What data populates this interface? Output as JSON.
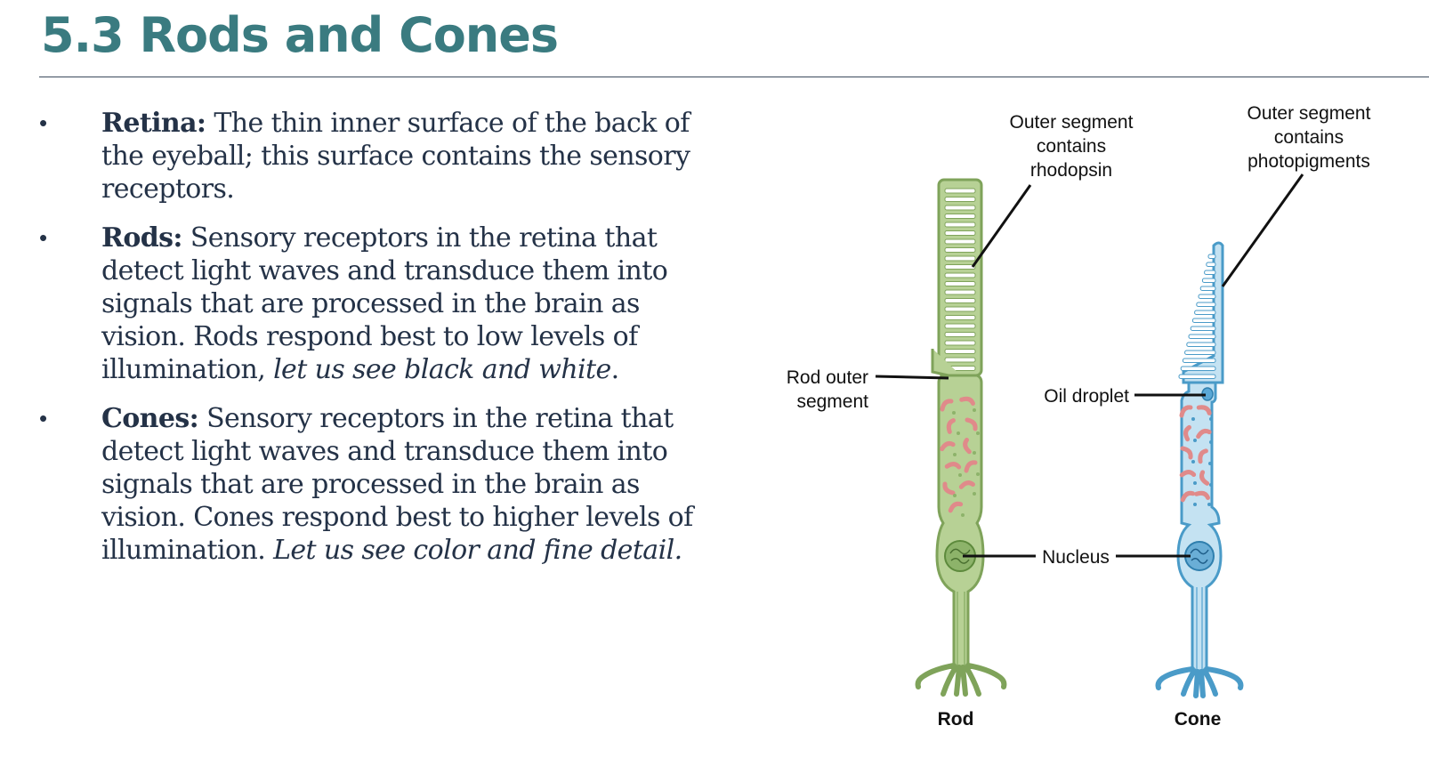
{
  "title": "5.3 Rods and Cones",
  "bullets": [
    {
      "term": "Retina:",
      "text": " The thin inner surface of the back of the eyeball; this surface contains the sensory receptors.",
      "emphasis": ""
    },
    {
      "term": "Rods:",
      "text": " Sensory receptors in the retina that detect light waves and transduce them into signals that are processed in the brain as vision. Rods respond best to low levels of illumination, ",
      "emphasis": "let us see black and white",
      "tail": "."
    },
    {
      "term": "Cones:",
      "text": " Sensory receptors in the retina that detect light waves and transduce them into signals that are processed in the brain as vision. Cones respond best to higher levels of illumination. ",
      "emphasis": "Let us see color and fine detail.",
      "tail": ""
    }
  ],
  "bullet_glyph": "•",
  "diagram": {
    "rod_outer_label_line1": "Outer segment",
    "rod_outer_label_line2": "contains",
    "rod_outer_label_line3": "rhodopsin",
    "cone_outer_label_line1": "Outer segment",
    "cone_outer_label_line2": "contains",
    "cone_outer_label_line3": "photopigments",
    "rod_segment_line1": "Rod outer",
    "rod_segment_line2": "segment",
    "oil_droplet": "Oil droplet",
    "nucleus": "Nucleus",
    "rod_caption": "Rod",
    "cone_caption": "Cone",
    "colors": {
      "rod_fill": "#b7d195",
      "rod_stroke": "#7fa35a",
      "cone_fill": "#c4e2f2",
      "cone_stroke": "#4a9bc8",
      "mito": "#e08a8a",
      "title": "#3a7b80"
    }
  }
}
